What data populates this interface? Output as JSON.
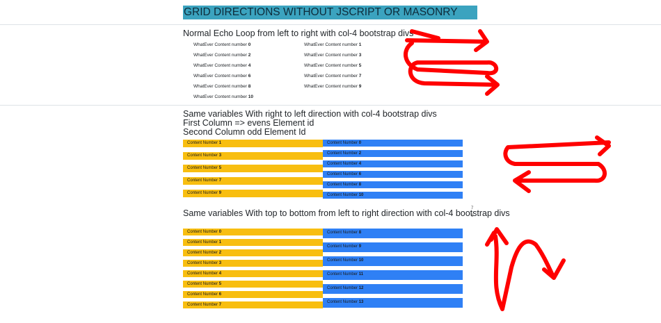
{
  "banner_title": "GRID DIRECTIONS WITHOUT JSCRIPT OR MASONRY",
  "section1": {
    "heading": "Normal Echo Loop from left to right with col-4 bootstrap divs",
    "prefix": "WhatEver Content number",
    "left_numbers": [
      "0",
      "2",
      "4",
      "6",
      "8",
      "10"
    ],
    "right_numbers": [
      "1",
      "3",
      "5",
      "7",
      "9"
    ]
  },
  "section2": {
    "heading": "Same variables With right to left direction with col-4 bootstrap divs",
    "line2": "First Column => evens Element id",
    "line3": "Second Column odd Element Id",
    "prefix": "Content Number",
    "yellow_numbers": [
      "1",
      "3",
      "5",
      "7",
      "9"
    ],
    "blue_numbers": [
      "0",
      "2",
      "4",
      "6",
      "8",
      "10"
    ]
  },
  "section3": {
    "heading": "Same variables With top to bottom from left to right direction with col-4 bootstrap divs",
    "superscript": "7",
    "subscript": "6",
    "prefix": "Content Number",
    "yellow_numbers": [
      "0",
      "1",
      "2",
      "3",
      "4",
      "5",
      "6",
      "7"
    ],
    "blue_numbers": [
      "8",
      "9",
      "10",
      "11",
      "12",
      "13"
    ]
  },
  "colors": {
    "banner": "#3ba3bf",
    "yellow": "#f8be10",
    "blue": "#2f80f5",
    "annotation": "#ff0000"
  }
}
